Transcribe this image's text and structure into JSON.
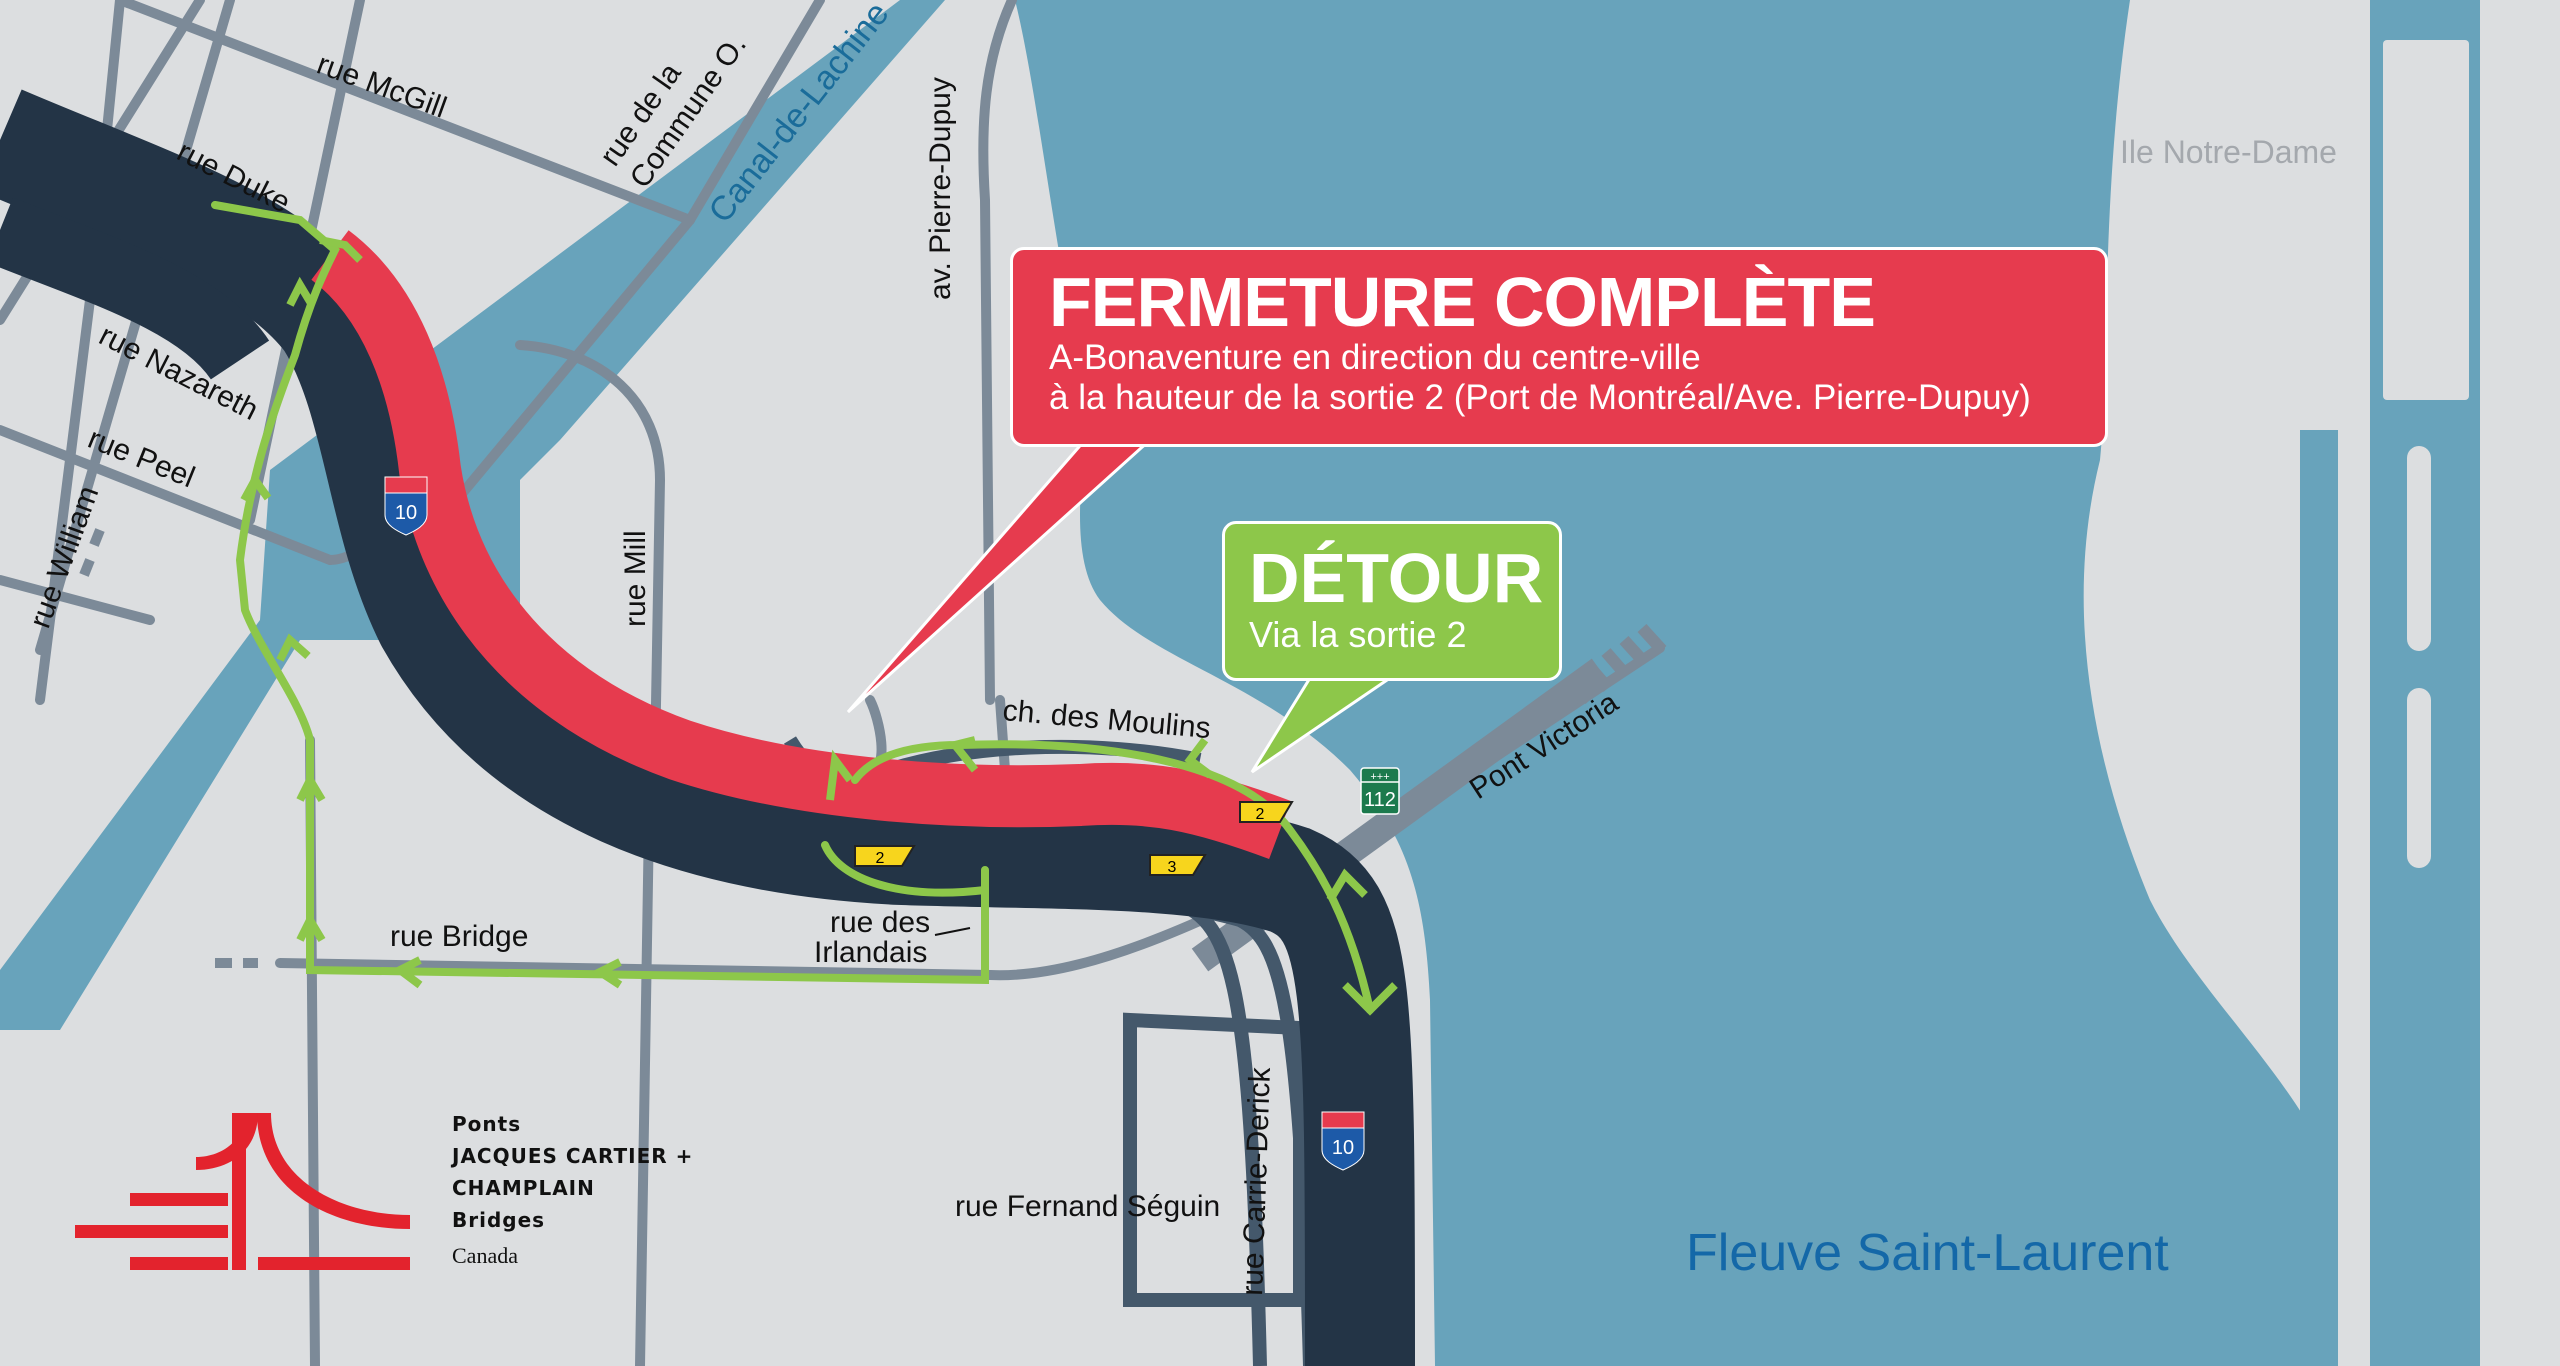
{
  "closure_callout": {
    "title": "FERMETURE COMPLÈTE",
    "line1": "A-Bonaventure en direction du centre-ville",
    "line2": "à la hauteur de la sortie 2 (Port de Montréal/Ave. Pierre-Dupuy)",
    "color": "#e63b4e"
  },
  "detour_callout": {
    "title": "DÉTOUR",
    "subtitle": "Via la sortie 2",
    "color": "#8dc74a"
  },
  "streets": {
    "mcgill": "rue McGill",
    "commune_1": "rue de la",
    "commune_2": "Commune O.",
    "duke": "rue Duke",
    "nazareth": "rue Nazareth",
    "peel": "rue Peel",
    "william": "rue William",
    "mill": "rue Mill",
    "pierre_dupuy": "av. Pierre-Dupuy",
    "moulins": "ch. des Moulins",
    "irlandais_1": "rue des",
    "irlandais_2": "Irlandais",
    "bridge": "rue Bridge",
    "fernand_seguin": "rue Fernand Séguin",
    "carrie_derick": "rue Carrie-Derick",
    "pont_victoria": "Pont Victoria"
  },
  "water": {
    "canal": "Canal-de-Lachine",
    "river": "Fleuve Saint-Laurent",
    "island": "Ile Notre-Dame"
  },
  "route_shields": {
    "a10_top": "10",
    "a10_bottom": "10",
    "r112": "112",
    "exit_2_left": "2",
    "exit_2_right": "2",
    "exit_3": "3"
  },
  "logo": {
    "line1": "Ponts",
    "line2": "JACQUES CARTIER +",
    "line3": "CHAMPLAIN",
    "line4": "Bridges",
    "government": "Canada"
  },
  "colors": {
    "land": "#dcdee0",
    "water": "#68a3bb",
    "highway": "#233446",
    "closure": "#e63b4e",
    "detour": "#8dc74a",
    "street": "#7c8a98",
    "ramp": "#44586b",
    "exit_sign": "#f7d51d",
    "logo_red": "#e3232d"
  }
}
